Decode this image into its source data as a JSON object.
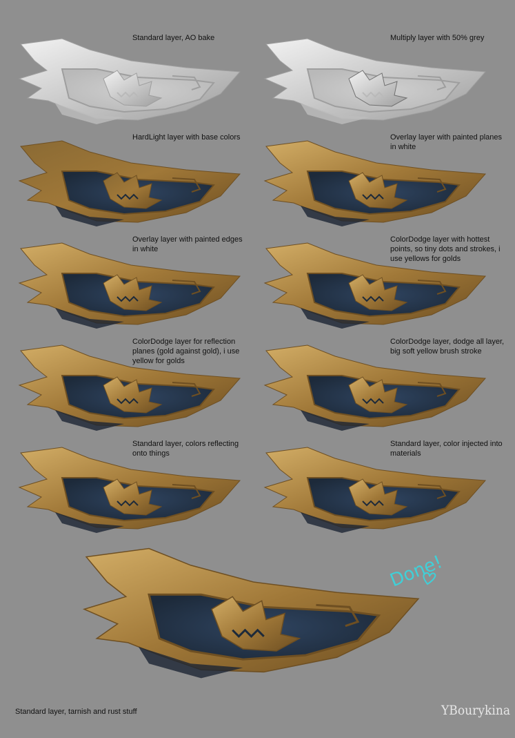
{
  "steps": [
    {
      "caption": "Standard layer, AO bake",
      "style": "ao"
    },
    {
      "caption": "Multiply layer with 50% grey",
      "style": "mult"
    },
    {
      "caption": "HardLight layer with base colors",
      "style": "flat"
    },
    {
      "caption": "Overlay layer with painted planes in white",
      "style": "planes"
    },
    {
      "caption": "Overlay layer with painted edges in white",
      "style": "edges"
    },
    {
      "caption": "ColorDodge layer with hottest points, so tiny dots and strokes, i use yellows for golds",
      "style": "dots"
    },
    {
      "caption": "ColorDodge layer for reflection planes (gold against gold), i use yellow for golds",
      "style": "refl"
    },
    {
      "caption": "ColorDodge layer, dodge all layer, big soft yellow brush stroke",
      "style": "dodge"
    },
    {
      "caption": "Standard layer, colors reflecting onto things",
      "style": "colref"
    },
    {
      "caption": "Standard layer, color injected into materials",
      "style": "inject"
    }
  ],
  "final": {
    "caption": "Standard layer, tarnish and rust stuff"
  },
  "note": {
    "text": "Done!",
    "color": "#3fd0d8"
  },
  "signature": "YBourykina",
  "colors": {
    "background": "#8f8f8f",
    "gold_dark": "#6e4f22",
    "gold_mid": "#a07838",
    "gold_light": "#d2ad66",
    "gem_dark": "#1d2a3a",
    "gem_mid": "#2f4460",
    "clay": "#dcdcdc"
  }
}
